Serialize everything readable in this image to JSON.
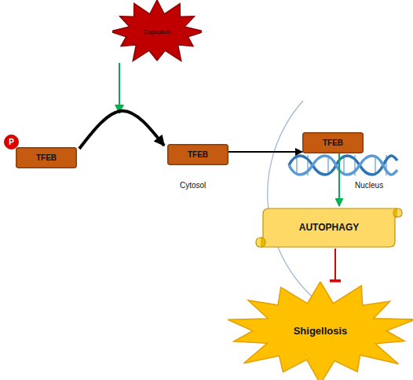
{
  "diagram": {
    "nodes": [
      {
        "text": [
          "Capsaicin"
        ]
      },
      {
        "text": [
          "P"
        ]
      },
      {
        "text": [
          "TFEB"
        ]
      },
      {
        "text": [
          "TFEB"
        ]
      },
      {
        "text": [
          "TFEB"
        ]
      },
      {
        "text": [
          "AUTOPHAGY"
        ]
      },
      {
        "text": [
          "Shigellosis"
        ]
      }
    ],
    "edges": [
      {
        "from": 2,
        "to": 3,
        "arrow": "to"
      },
      {
        "from": 3,
        "to": 4,
        "arrow": "to"
      },
      {
        "from": 4,
        "to": 5,
        "arrow": "to"
      },
      {
        "from": 5,
        "to": 6,
        "arrow": "to"
      }
    ],
    "labels": [
      "Cytosol",
      "Nucleus"
    ]
  }
}
